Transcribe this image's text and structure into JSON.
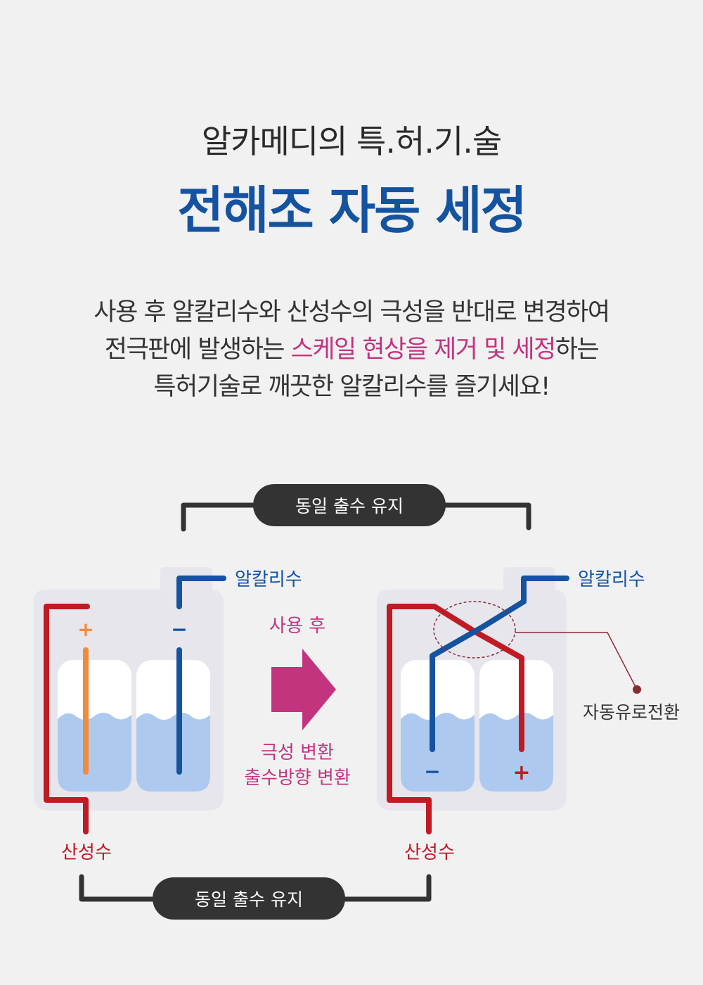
{
  "header": {
    "subtitle": "알카메디의 특.허.기.술",
    "title": "전해조 자동 세정"
  },
  "description": {
    "line1": "사용 후 알칼리수와 산성수의 극성을 반대로 변경하여",
    "line2_before": "전극판에 발생하는 ",
    "line2_highlight": "스케일 현상을 제거 및 세정",
    "line2_after": "하는",
    "line3": "특허기술로 깨끗한 알칼리수를 즐기세요!"
  },
  "diagram": {
    "top_bracket_label": "동일 출수 유지",
    "bottom_bracket_label": "동일 출수 유지",
    "left_alkaline_label": "알칼리수",
    "left_acidic_label": "산성수",
    "right_alkaline_label": "알칼리수",
    "right_acidic_label": "산성수",
    "arrow_top_label": "사용 후",
    "arrow_bottom_label1": "극성 변환",
    "arrow_bottom_label2": "출수방향 변환",
    "auto_switch_label": "자동유로전환",
    "plus_sign": "+",
    "minus_sign": "−"
  },
  "colors": {
    "blue": "#1553a0",
    "red": "#c01a23",
    "orange": "#f28a3c",
    "magenta": "#c2347e",
    "dark": "#333333",
    "water": "#adc9ef"
  }
}
